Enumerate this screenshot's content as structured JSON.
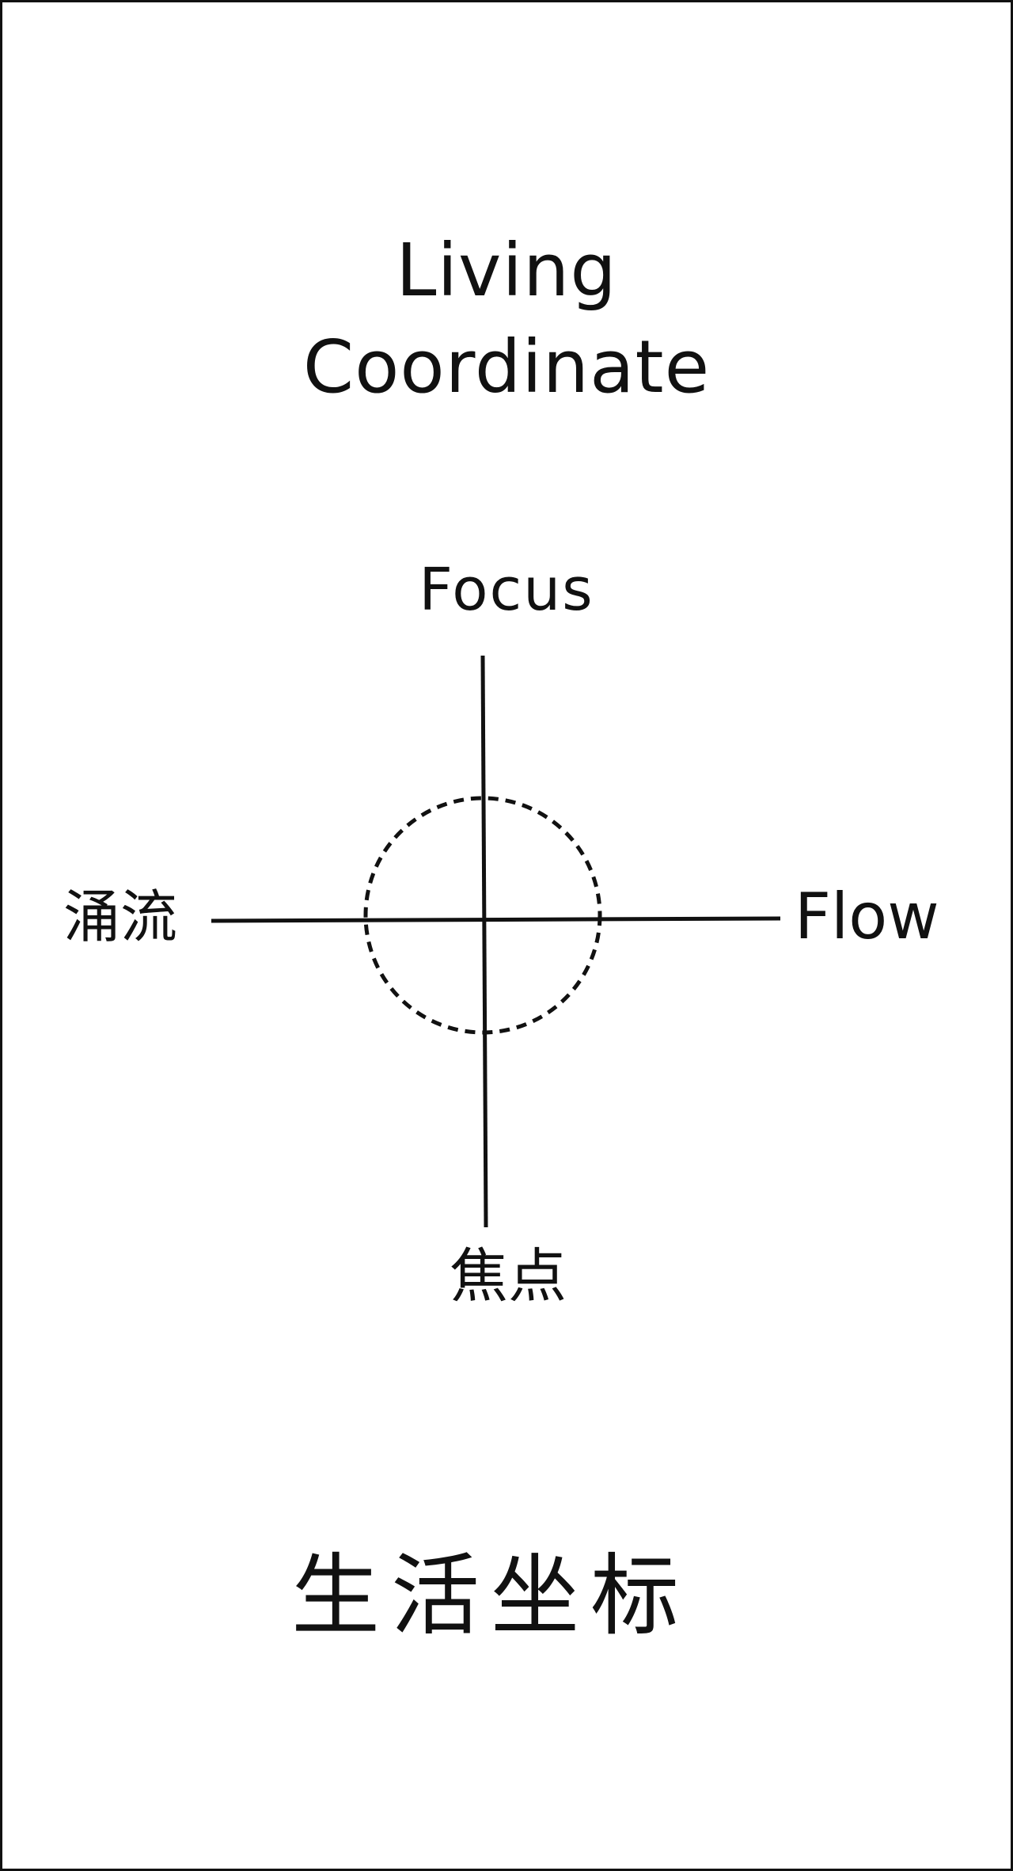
{
  "title": {
    "line1": "Living",
    "line2": "Coordinate"
  },
  "axes": {
    "top_label": "Focus",
    "bottom_label": "焦点",
    "left_label": "涌流",
    "right_label": "Flow"
  },
  "bottom_title": "生活坐标",
  "colors": {
    "ink": "#111111",
    "background": "#ffffff"
  }
}
